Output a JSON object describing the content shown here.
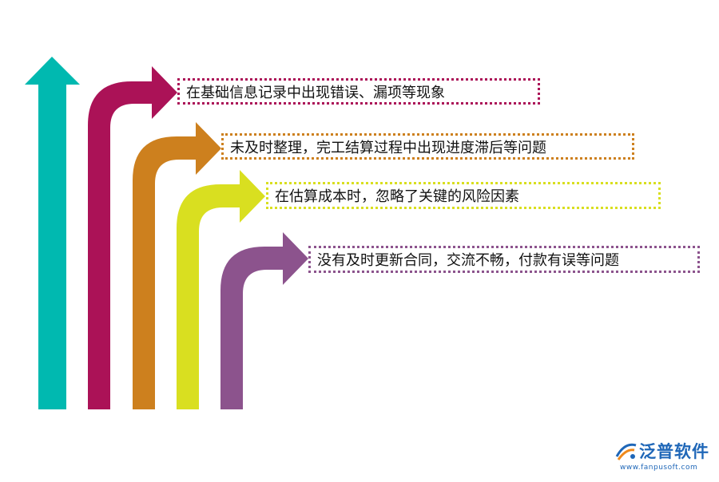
{
  "diagram": {
    "items": [
      {
        "text": "在基础信息记录中出现错误、漏项等现象",
        "color": "#ab1257"
      },
      {
        "text": "未及时整理，完工结算过程中出现进度滞后等问题",
        "color": "#cd801e"
      },
      {
        "text": "在估算成本时，忽略了关键的风险因素",
        "color": "#d9df20"
      },
      {
        "text": "没有及时更新合同，交流不畅，付款有误等问题",
        "color": "#8c538d"
      }
    ],
    "vertical_arrow_color": "#00b9b0"
  },
  "logo": {
    "name": "泛普软件",
    "url": "www.fanpusoft.com",
    "color": "#1f67b8"
  }
}
